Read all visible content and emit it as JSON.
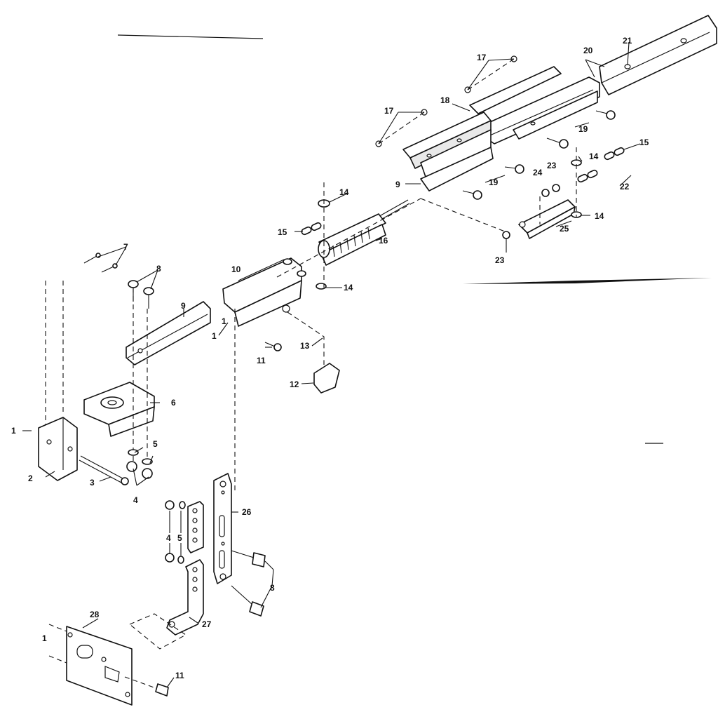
{
  "callouts": [
    {
      "id": "c1a",
      "text": "1"
    },
    {
      "id": "c1b",
      "text": "1"
    },
    {
      "id": "c1c",
      "text": "1"
    },
    {
      "id": "c1d",
      "text": "1"
    },
    {
      "id": "c2",
      "text": "2"
    },
    {
      "id": "c3",
      "text": "3"
    },
    {
      "id": "c4a",
      "text": "4"
    },
    {
      "id": "c4b",
      "text": "4"
    },
    {
      "id": "c5a",
      "text": "5"
    },
    {
      "id": "c5b",
      "text": "5"
    },
    {
      "id": "c6",
      "text": "6"
    },
    {
      "id": "c7",
      "text": "7"
    },
    {
      "id": "c8a",
      "text": "8"
    },
    {
      "id": "c8b",
      "text": "8"
    },
    {
      "id": "c9a",
      "text": "9"
    },
    {
      "id": "c9b",
      "text": "9"
    },
    {
      "id": "c10",
      "text": "10"
    },
    {
      "id": "c11a",
      "text": "11"
    },
    {
      "id": "c11b",
      "text": "11"
    },
    {
      "id": "c12",
      "text": "12"
    },
    {
      "id": "c13",
      "text": "13"
    },
    {
      "id": "c14a",
      "text": "14"
    },
    {
      "id": "c14b",
      "text": "14"
    },
    {
      "id": "c14c",
      "text": "14"
    },
    {
      "id": "c14d",
      "text": "14"
    },
    {
      "id": "c15a",
      "text": "15"
    },
    {
      "id": "c15b",
      "text": "15"
    },
    {
      "id": "c16",
      "text": "16"
    },
    {
      "id": "c17a",
      "text": "17"
    },
    {
      "id": "c17b",
      "text": "17"
    },
    {
      "id": "c18",
      "text": "18"
    },
    {
      "id": "c19a",
      "text": "19"
    },
    {
      "id": "c19b",
      "text": "19"
    },
    {
      "id": "c20",
      "text": "20"
    },
    {
      "id": "c21",
      "text": "21"
    },
    {
      "id": "c22",
      "text": "22"
    },
    {
      "id": "c23a",
      "text": "23"
    },
    {
      "id": "c23b",
      "text": "23"
    },
    {
      "id": "c24",
      "text": "24"
    },
    {
      "id": "c25",
      "text": "25"
    },
    {
      "id": "c26",
      "text": "26"
    },
    {
      "id": "c27",
      "text": "27"
    },
    {
      "id": "c28",
      "text": "28"
    }
  ]
}
